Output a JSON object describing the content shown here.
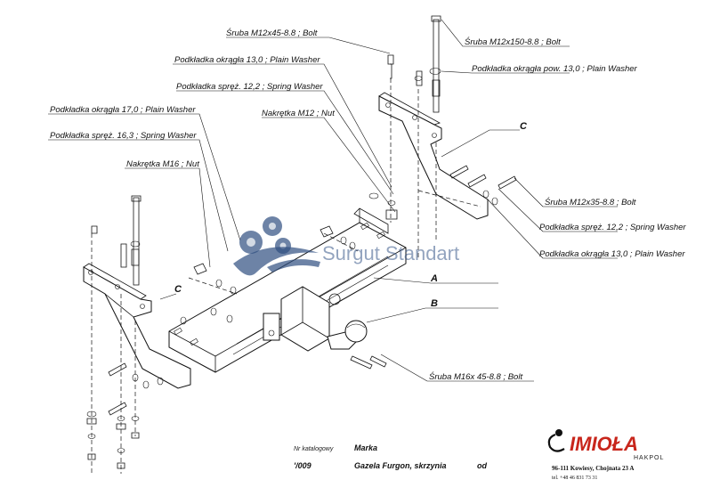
{
  "labels": {
    "bolt_m12x45": "Śruba M12x45-8.8 ;  Bolt",
    "bolt_m12x150": "Śruba M12x150-8.8 ;  Bolt",
    "plain_washer_13_top": "Podkładka okrągła 13,0 ;  Plain Washer",
    "plain_washer_pow_13": "Podkładka okrągła pow. 13,0 ;  Plain Washer",
    "spring_washer_12_top": "Podkładka spręż. 12,2 ; Spring Washer",
    "nut_m12": "Nakrętka  M12 ; Nut",
    "plain_washer_17": "Podkładka okrągła 17,0 ;  Plain Washer",
    "spring_washer_16": "Podkładka spręż. 16,3 ; Spring Washer",
    "nut_m16": "Nakrętka  M16 ; Nut",
    "bolt_m12x35": "Śruba M12x35-8.8 ;  Bolt",
    "spring_washer_12_right": "Podkładka spręż. 12,2 ; Spring Washer",
    "plain_washer_13_right": "Podkładka okrągła 13,0 ;  Plain Washer",
    "bolt_m16x45": "Śruba M16x 45-8.8 ;  Bolt"
  },
  "parts": {
    "a": "A",
    "b": "B",
    "c_left": "C",
    "c_right": "C"
  },
  "watermark": "Surgut Standart",
  "footer": {
    "catalog_label": "Nr katalogowy",
    "brand_label": "Marka",
    "catalog_number": "'/009",
    "model": "Gazela Furgon, skrzynia",
    "from_label": "od"
  },
  "company": {
    "logo_text": "IMIOŁA",
    "logo_sub": "HAKPOL",
    "address": "96-111 Kowiesy, Chojnata 23 A",
    "phone": "tel. +48 46 831 73 31"
  },
  "colors": {
    "logo_red": "#c8261c",
    "watermark_blue": "#2f4f80",
    "line": "#111111"
  }
}
